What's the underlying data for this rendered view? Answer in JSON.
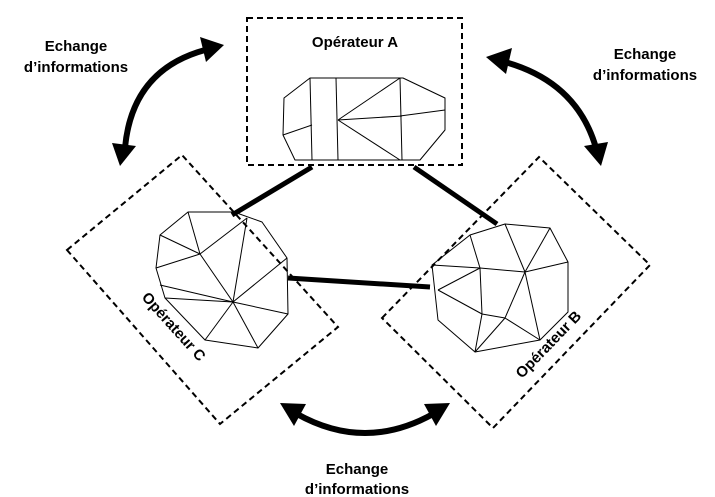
{
  "operators": {
    "a": {
      "label": "Opérateur A"
    },
    "b": {
      "label": "Opérateur B"
    },
    "c": {
      "label": "Opérateur C"
    }
  },
  "exchanges": {
    "top_left": {
      "line1": "Echange",
      "line2": "d’informations"
    },
    "top_right": {
      "line1": "Echange",
      "line2": "d’informations"
    },
    "bottom": {
      "line1": "Echange",
      "line2": "d’informations"
    }
  }
}
